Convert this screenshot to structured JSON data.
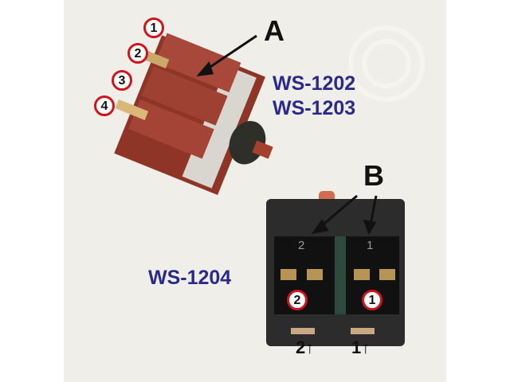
{
  "labels": {
    "a": "A",
    "b": "B"
  },
  "models": {
    "top_1": "WS-1202",
    "top_2": "WS-1203",
    "bottom": "WS-1204"
  },
  "top_switch_terminals": [
    "1",
    "2",
    "3",
    "4"
  ],
  "bottom_switch": {
    "slot_numbers": [
      "2",
      "1"
    ],
    "terminal_markers": [
      "2",
      "1"
    ],
    "pin_labels": [
      "2↑",
      "1↑"
    ]
  },
  "colors": {
    "model_text": "#2b2a8c",
    "marker_ring": "#d0141c",
    "switch_top": "#9a3b2c",
    "switch_bottom": "#2a2a2a"
  }
}
